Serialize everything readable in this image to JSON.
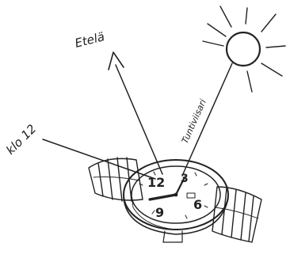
{
  "labels": {
    "south": "Etelä",
    "twelve_oclock": "klo 12",
    "hour_hand": "Tuntiviisari"
  },
  "dial": {
    "numeral_12": "12",
    "numeral_3": "3",
    "numeral_6": "6",
    "numeral_9": "9"
  },
  "colors": {
    "ink": "#222222",
    "paper": "#ffffff"
  },
  "icons": {
    "sun": "sun-icon",
    "watch": "wristwatch-icon",
    "arrow": "arrow-up-icon"
  }
}
